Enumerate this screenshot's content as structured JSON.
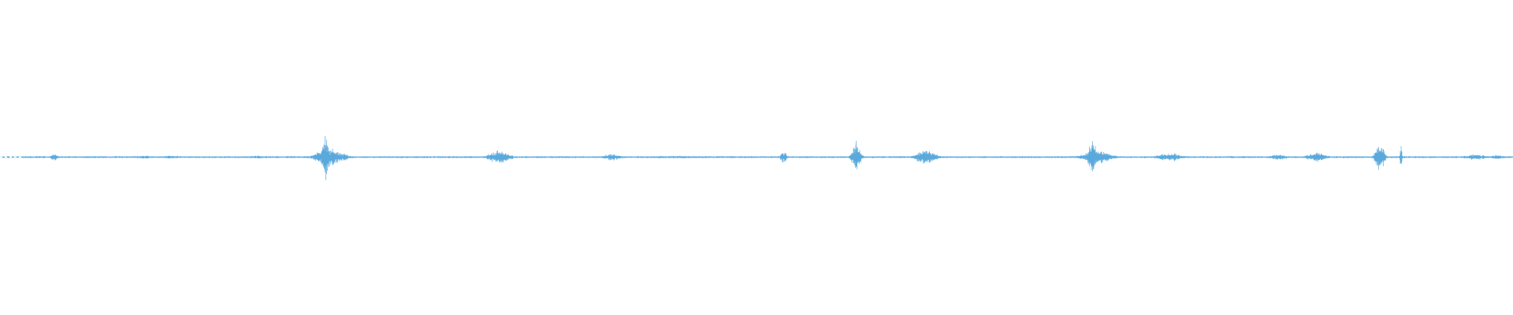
{
  "waveform": {
    "color": "#5aa9dc",
    "baseline_amplitude": 0.006,
    "duration_fraction_visible": 1.0,
    "bursts": [
      {
        "center": 0.036,
        "width": 0.004,
        "amplitude": 0.025
      },
      {
        "center": 0.095,
        "width": 0.01,
        "amplitude": 0.012
      },
      {
        "center": 0.113,
        "width": 0.012,
        "amplitude": 0.012
      },
      {
        "center": 0.17,
        "width": 0.012,
        "amplitude": 0.01
      },
      {
        "center": 0.215,
        "width": 0.004,
        "amplitude": 0.17
      },
      {
        "center": 0.218,
        "width": 0.016,
        "amplitude": 0.07
      },
      {
        "center": 0.33,
        "width": 0.012,
        "amplitude": 0.05
      },
      {
        "center": 0.405,
        "width": 0.01,
        "amplitude": 0.025
      },
      {
        "center": 0.45,
        "width": 0.04,
        "amplitude": 0.01
      },
      {
        "center": 0.518,
        "width": 0.004,
        "amplitude": 0.04
      },
      {
        "center": 0.566,
        "width": 0.005,
        "amplitude": 0.11
      },
      {
        "center": 0.612,
        "width": 0.012,
        "amplitude": 0.05
      },
      {
        "center": 0.722,
        "width": 0.004,
        "amplitude": 0.15
      },
      {
        "center": 0.725,
        "width": 0.016,
        "amplitude": 0.05
      },
      {
        "center": 0.773,
        "width": 0.014,
        "amplitude": 0.03
      },
      {
        "center": 0.845,
        "width": 0.01,
        "amplitude": 0.02
      },
      {
        "center": 0.87,
        "width": 0.01,
        "amplitude": 0.04
      },
      {
        "center": 0.912,
        "width": 0.005,
        "amplitude": 0.11
      },
      {
        "center": 0.926,
        "width": 0.001,
        "amplitude": 0.1
      },
      {
        "center": 0.975,
        "width": 0.014,
        "amplitude": 0.02
      },
      {
        "center": 0.99,
        "width": 0.008,
        "amplitude": 0.015
      }
    ]
  }
}
